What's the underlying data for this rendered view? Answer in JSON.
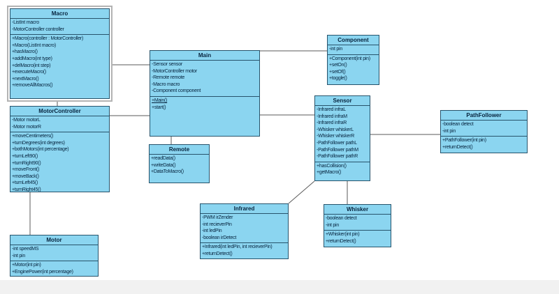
{
  "diagram": {
    "kind": "uml-class-diagram",
    "colors": {
      "box_fill": "#8bd5f0",
      "box_border": "#27536b",
      "connector": "#5a5a5a",
      "selection_frame": "#b3b3b3"
    },
    "underlined_labels": [
      "+Main()"
    ],
    "classes": {
      "macro": {
        "name": "Macro",
        "selected": true,
        "attributes": [
          "-ListInt macro",
          "-MotorController controller"
        ],
        "methods": [
          "+Macro(controller : MotorController)",
          "+Macro(ListInt macro)",
          "+hasMacro()",
          "+addMacro(int type)",
          "+delMacro(int step)",
          "+executeMacro()",
          "+nextMacro()",
          "+removeAllMacros()"
        ]
      },
      "motorcontroller": {
        "name": "MotorController",
        "attributes": [
          "-Motor motorL",
          "-Motor motorR"
        ],
        "methods": [
          "+moveCentimeters()",
          "+turnDegrees(int degrees)",
          "+bothMotors(int percentage)",
          "+turnLeft90()",
          "+turnRight90()",
          "+moveFront()",
          "+moveBack()",
          "+turnLeft45()",
          "+turnRight45()"
        ]
      },
      "motor": {
        "name": "Motor",
        "attributes": [
          "-int speedMS",
          "-int pin"
        ],
        "methods": [
          "+Motor(int pin)",
          "+EnginePower(int percentage)"
        ]
      },
      "main": {
        "name": "Main",
        "attributes": [
          "-Sensor sensor",
          "-MotorController motor",
          "-Remote remote",
          "-Macro macro",
          "-Component component"
        ],
        "methods": [
          "+Main()",
          "+start()"
        ]
      },
      "remote": {
        "name": "Remote",
        "methods": [
          "+readData()",
          "+writeData()",
          "+DataToMacro()"
        ]
      },
      "component": {
        "name": "Component",
        "attributes": [
          "-int pin"
        ],
        "methods": [
          "+Component(int pin)",
          "+setOn()",
          "+setOf()",
          "+toggle()"
        ]
      },
      "sensor": {
        "name": "Sensor",
        "attributes": [
          "-Infrared infraL",
          "-Infrared infraM",
          "-Infrared infraR",
          "-Whisker whiskerL",
          "-Whisker whiskerR",
          "-PathFollower pathL",
          "-PathFollower pathM",
          "-PathFollower pathR"
        ],
        "methods": [
          "+hasCollision()",
          "+getMacro()"
        ]
      },
      "infrared": {
        "name": "Infrared",
        "attributes": [
          "-PWM irZender",
          "-int recieverPin",
          "-int ledPin",
          "-boolean irDetect"
        ],
        "methods": [
          "+Infrared(int ledPin, int recieverPin)",
          "+returnDetect()"
        ]
      },
      "whisker": {
        "name": "Whisker",
        "attributes": [
          "-boolean detect",
          "-int pin"
        ],
        "methods": [
          "+Whisker(int pin)",
          "+returnDetect()"
        ]
      },
      "pathfollower": {
        "name": "PathFollower",
        "attributes": [
          "-boolean detect",
          "-int pin"
        ],
        "methods": [
          "+PathFollower(int pin)",
          "+returnDetect()"
        ]
      }
    },
    "connections": [
      {
        "from": "Macro",
        "to": "Main"
      },
      {
        "from": "Macro",
        "to": "MotorController"
      },
      {
        "from": "MotorController",
        "to": "Main"
      },
      {
        "from": "MotorController",
        "to": "Motor"
      },
      {
        "from": "Main",
        "to": "Remote"
      },
      {
        "from": "Main",
        "to": "Component"
      },
      {
        "from": "Main",
        "to": "Sensor"
      },
      {
        "from": "Sensor",
        "to": "PathFollower"
      },
      {
        "from": "Sensor",
        "to": "Whisker"
      },
      {
        "from": "Sensor",
        "to": "Infrared"
      }
    ]
  }
}
